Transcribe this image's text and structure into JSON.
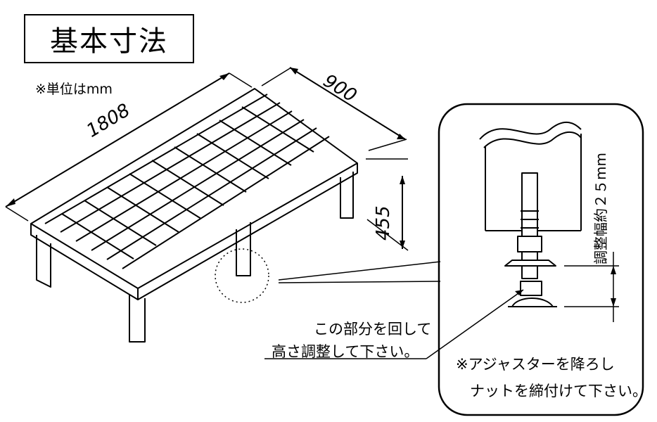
{
  "title": "基本寸法",
  "unit_note": "※単位はmm",
  "dimensions": {
    "length": "1808",
    "width": "900",
    "height": "455",
    "adjust_range": "調整幅約２５mm"
  },
  "notes": {
    "turn_line1": "この部分を回して",
    "turn_line2": "高さ調整して下さい。",
    "adjuster_line1": "※アジャスターを降ろし",
    "adjuster_line2": "ナットを締付けて下さい。"
  }
}
